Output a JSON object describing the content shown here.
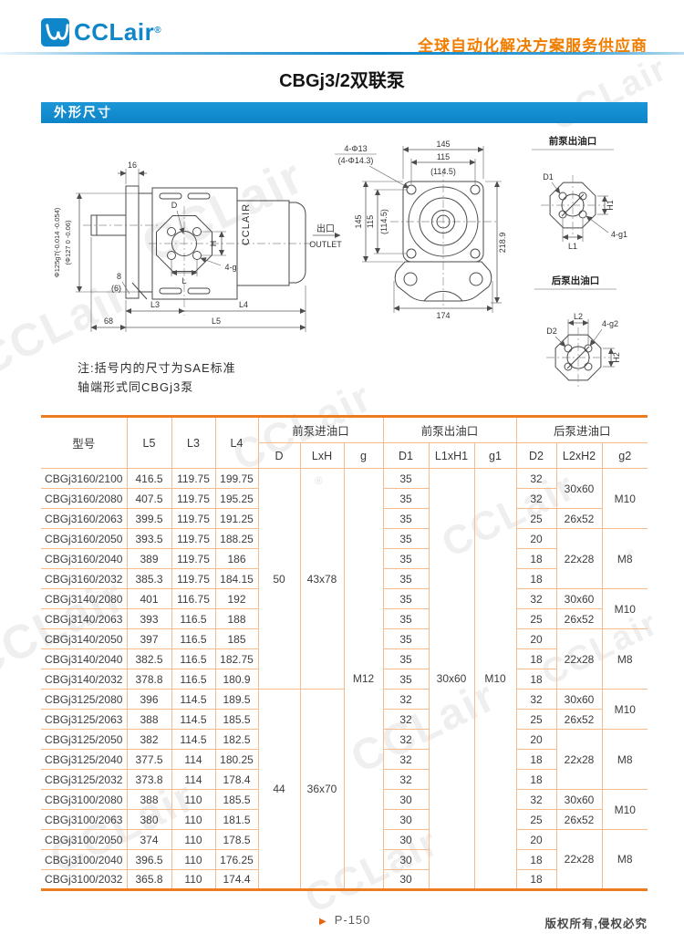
{
  "header": {
    "logo_text": "CCLair",
    "logo_reg": "®",
    "slogan": "全球自动化解决方案服务供应商",
    "brand_blue": "#0e86c9",
    "accent_orange": "#f07d00"
  },
  "title": "CBGj3/2双联泵",
  "section_header": "外形尺寸",
  "notes": {
    "line1": "注:括号内的尺寸为SAE标准",
    "line2": "轴端形式同CBGj3泵"
  },
  "drawings": {
    "side_view": {
      "dim_16": "16",
      "dim_shaft_dia1": "Φ125g7(-0.014 -0.054)",
      "dim_shaft_dia2": "(Φ127 0 -0.06)",
      "dim_8": "8",
      "dim_6": "(6)",
      "label_d": "D",
      "label_h": "H",
      "label_l": "L",
      "label_4g": "4-g",
      "body_brand": "CCLAIR",
      "dim_l3": "L3",
      "dim_l4": "L4",
      "dim_68": "68",
      "dim_l5": "L5"
    },
    "front_view": {
      "dim_4phi13": "4-Φ13",
      "dim_4phi143": "(4-Φ14.3)",
      "dim_145_top": "145",
      "dim_115_top": "115",
      "dim_1145_top": "(114.5)",
      "dim_145_left": "145",
      "dim_115_left": "115",
      "dim_1145_left": "(114.5)",
      "dim_2189": "218.9",
      "dim_174": "174",
      "outlet_cn": "出口",
      "outlet_en": "OUTLET"
    },
    "front_outlet_port": {
      "title": "前泵出油口",
      "label_d1": "D1",
      "label_h1": "H1",
      "label_l1": "L1",
      "label_4g1": "4-g1"
    },
    "rear_outlet_port": {
      "title": "后泵出油口",
      "label_l2": "L2",
      "label_d2": "D2",
      "label_4g2": "4-g2",
      "label_h2": "H2"
    }
  },
  "table": {
    "headers": {
      "model": "型号",
      "l5": "L5",
      "l3": "L3",
      "l4": "L4",
      "front_inlet": "前泵进油口",
      "front_outlet": "前泵出油口",
      "rear_inlet": "后泵进油口",
      "d": "D",
      "lxh": "LxH",
      "g": "g",
      "d1": "D1",
      "l1xh1": "L1xH1",
      "g1": "g1",
      "d2": "D2",
      "l2xh2": "L2xH2",
      "g2": "g2"
    },
    "merged": {
      "d_group1": "50",
      "lxh_group1": "43x78",
      "d_group2": "44",
      "lxh_group2": "36x70",
      "g_all": "M12",
      "l1xh1_all": "30x60",
      "g1_all": "M10",
      "l2xh2": [
        "30x60",
        "26x52",
        "22x28",
        "30x60",
        "26x52",
        "22x28",
        "30x60",
        "26x52",
        "22x28",
        "30x60",
        "26x52",
        "22x28"
      ],
      "g2": [
        "M10",
        "M8",
        "M10",
        "M8",
        "M10",
        "M8",
        "M10",
        "M8"
      ]
    },
    "rows": [
      {
        "model": "CBGj3160/2100",
        "l5": "416.5",
        "l3": "119.75",
        "l4": "199.75",
        "d1": "35",
        "d2": "32"
      },
      {
        "model": "CBGj3160/2080",
        "l5": "407.5",
        "l3": "119.75",
        "l4": "195.25",
        "d1": "35",
        "d2": "32"
      },
      {
        "model": "CBGj3160/2063",
        "l5": "399.5",
        "l3": "119.75",
        "l4": "191.25",
        "d1": "35",
        "d2": "25"
      },
      {
        "model": "CBGj3160/2050",
        "l5": "393.5",
        "l3": "119.75",
        "l4": "188.25",
        "d1": "35",
        "d2": "20"
      },
      {
        "model": "CBGj3160/2040",
        "l5": "389",
        "l3": "119.75",
        "l4": "186",
        "d1": "35",
        "d2": "18"
      },
      {
        "model": "CBGj3160/2032",
        "l5": "385.3",
        "l3": "119.75",
        "l4": "184.15",
        "d1": "35",
        "d2": "18"
      },
      {
        "model": "CBGj3140/2080",
        "l5": "401",
        "l3": "116.75",
        "l4": "192",
        "d1": "35",
        "d2": "32"
      },
      {
        "model": "CBGj3140/2063",
        "l5": "393",
        "l3": "116.5",
        "l4": "188",
        "d1": "35",
        "d2": "25"
      },
      {
        "model": "CBGj3140/2050",
        "l5": "397",
        "l3": "116.5",
        "l4": "185",
        "d1": "35",
        "d2": "20"
      },
      {
        "model": "CBGj3140/2040",
        "l5": "382.5",
        "l3": "116.5",
        "l4": "182.75",
        "d1": "35",
        "d2": "18"
      },
      {
        "model": "CBGj3140/2032",
        "l5": "378.8",
        "l3": "116.5",
        "l4": "180.9",
        "d1": "35",
        "d2": "18"
      },
      {
        "model": "CBGj3125/2080",
        "l5": "396",
        "l3": "114.5",
        "l4": "189.5",
        "d1": "32",
        "d2": "32"
      },
      {
        "model": "CBGj3125/2063",
        "l5": "388",
        "l3": "114.5",
        "l4": "185.5",
        "d1": "32",
        "d2": "25"
      },
      {
        "model": "CBGj3125/2050",
        "l5": "382",
        "l3": "114.5",
        "l4": "182.5",
        "d1": "32",
        "d2": "20"
      },
      {
        "model": "CBGj3125/2040",
        "l5": "377.5",
        "l3": "114",
        "l4": "180.25",
        "d1": "32",
        "d2": "18"
      },
      {
        "model": "CBGj3125/2032",
        "l5": "373.8",
        "l3": "114",
        "l4": "178.4",
        "d1": "32",
        "d2": "18"
      },
      {
        "model": "CBGj3100/2080",
        "l5": "388",
        "l3": "110",
        "l4": "185.5",
        "d1": "30",
        "d2": "32"
      },
      {
        "model": "CBGj3100/2063",
        "l5": "380",
        "l3": "110",
        "l4": "181.5",
        "d1": "30",
        "d2": "25"
      },
      {
        "model": "CBGj3100/2050",
        "l5": "374",
        "l3": "110",
        "l4": "178.5",
        "d1": "30",
        "d2": "20"
      },
      {
        "model": "CBGj3100/2040",
        "l5": "396.5",
        "l3": "110",
        "l4": "176.25",
        "d1": "30",
        "d2": "18"
      },
      {
        "model": "CBGj3100/2032",
        "l5": "365.8",
        "l3": "110",
        "l4": "174.4",
        "d1": "30",
        "d2": "18"
      }
    ]
  },
  "footer": {
    "page_no": "P-150",
    "copyright": "版权所有,侵权必究"
  },
  "watermark": {
    "text": "CCLair",
    "reg": "®"
  }
}
